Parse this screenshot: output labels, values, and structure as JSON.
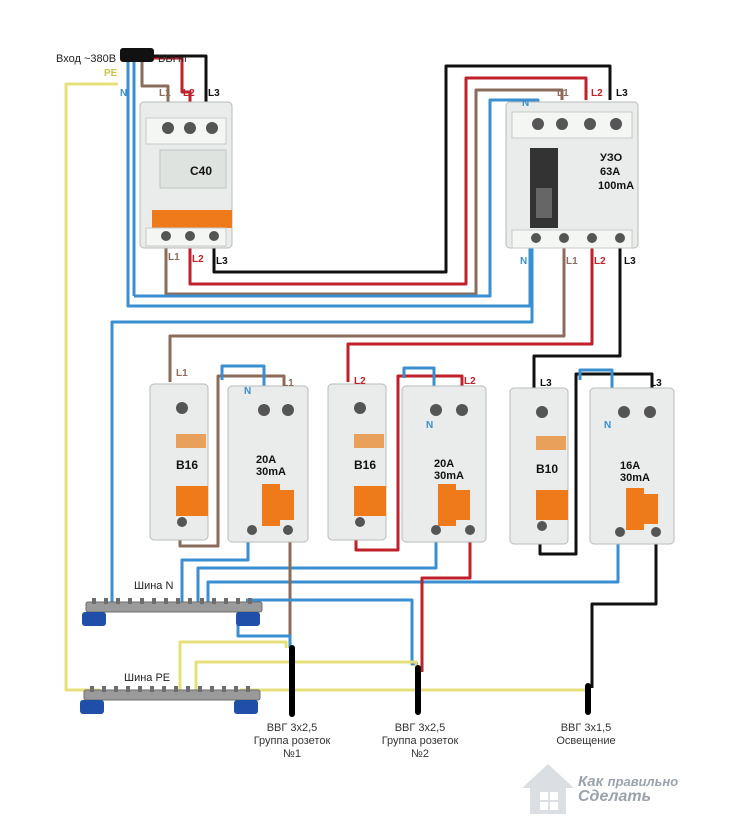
{
  "input": {
    "label": "Вход ~380В",
    "cable": "ВВГнг",
    "pe": "PE",
    "n": "N"
  },
  "wires": {
    "L1": "L1",
    "L2": "L2",
    "L3": "L3",
    "N": "N"
  },
  "main_breaker": {
    "rating": "C40"
  },
  "rcd_main": {
    "name": "УЗО",
    "current": "63A",
    "leak": "100mA"
  },
  "breakers": [
    {
      "rating": "B16"
    },
    {
      "rating": "B16"
    },
    {
      "rating": "B10"
    }
  ],
  "rcds": [
    {
      "current": "20A",
      "leak": "30mA"
    },
    {
      "current": "20A",
      "leak": "30mA"
    },
    {
      "current": "16A",
      "leak": "30mA"
    }
  ],
  "buses": {
    "n": "Шина N",
    "pe": "Шина PE"
  },
  "outputs": [
    {
      "cable": "ВВГ 3х2,5",
      "group": "Группа розеток",
      "num": "№1"
    },
    {
      "cable": "ВВГ 3х2,5",
      "group": "Группа розеток",
      "num": "№2"
    },
    {
      "cable": "ВВГ 3х1,5",
      "group": "Освещение",
      "num": ""
    }
  ],
  "watermark": {
    "line1": "Как",
    "line2": "правильно",
    "line3": "Сделать"
  },
  "colors": {
    "L1": "#8b6b5a",
    "L2": "#c0202a",
    "L3": "#111111",
    "N": "#3a8fd0",
    "PE": "#e6e07a"
  }
}
